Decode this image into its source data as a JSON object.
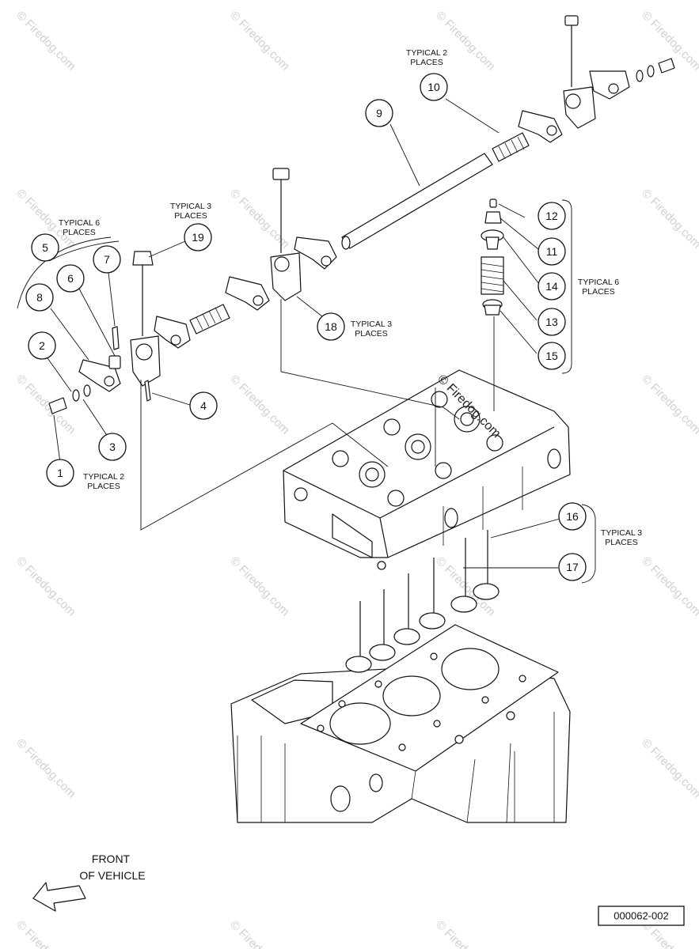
{
  "watermark": "© Firedog.com",
  "center_watermark": "© Firedog.com",
  "callouts": [
    {
      "id": "1",
      "label": "1"
    },
    {
      "id": "2",
      "label": "2"
    },
    {
      "id": "3",
      "label": "3"
    },
    {
      "id": "4",
      "label": "4"
    },
    {
      "id": "5",
      "label": "5"
    },
    {
      "id": "6",
      "label": "6"
    },
    {
      "id": "7",
      "label": "7"
    },
    {
      "id": "8",
      "label": "8"
    },
    {
      "id": "9",
      "label": "9"
    },
    {
      "id": "10",
      "label": "10"
    },
    {
      "id": "11",
      "label": "11"
    },
    {
      "id": "12",
      "label": "12"
    },
    {
      "id": "13",
      "label": "13"
    },
    {
      "id": "14",
      "label": "14"
    },
    {
      "id": "15",
      "label": "15"
    },
    {
      "id": "16",
      "label": "16"
    },
    {
      "id": "17",
      "label": "17"
    },
    {
      "id": "18",
      "label": "18"
    },
    {
      "id": "19",
      "label": "19"
    }
  ],
  "notes": [
    {
      "id": "typical-2-top",
      "lines": [
        "TYPICAL 2",
        "PLACES"
      ]
    },
    {
      "id": "typical-3-19",
      "lines": [
        "TYPICAL 3",
        "PLACES"
      ]
    },
    {
      "id": "typical-6",
      "lines": [
        "TYPICAL 6",
        "PLACES"
      ]
    },
    {
      "id": "typical-3-18",
      "lines": [
        "TYPICAL 3",
        "PLACES"
      ]
    },
    {
      "id": "typical-6-valve",
      "lines": [
        "TYPICAL 6",
        "PLACES"
      ]
    },
    {
      "id": "typical-2-bottom",
      "lines": [
        "TYPICAL 2",
        "PLACES"
      ]
    },
    {
      "id": "typical-3-16",
      "lines": [
        "TYPICAL 3",
        "PLACES"
      ]
    }
  ],
  "front_label": [
    "FRONT",
    "OF VEHICLE"
  ],
  "reference_code": "000062-002"
}
